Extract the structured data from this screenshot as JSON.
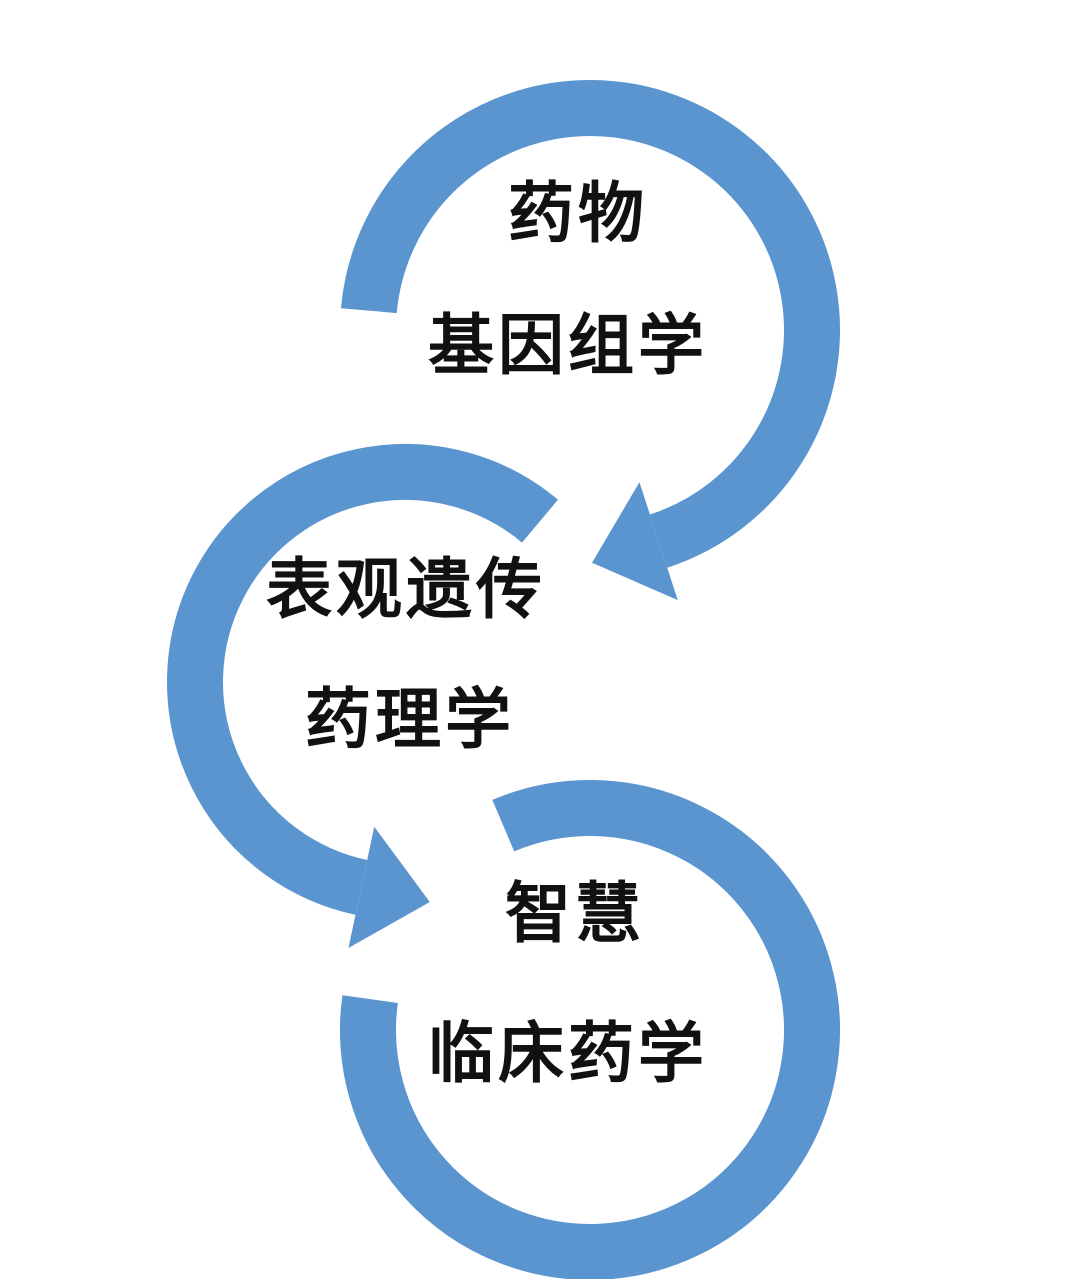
{
  "colors": {
    "ring": "#5b95d0",
    "text": "#111111",
    "background": "#ffffff"
  },
  "cycle": [
    {
      "line1": "药物",
      "line2": "基因组学"
    },
    {
      "line1": "表观遗传",
      "line2": "药理学"
    },
    {
      "line1": "智慧",
      "line2": "临床药学"
    }
  ]
}
